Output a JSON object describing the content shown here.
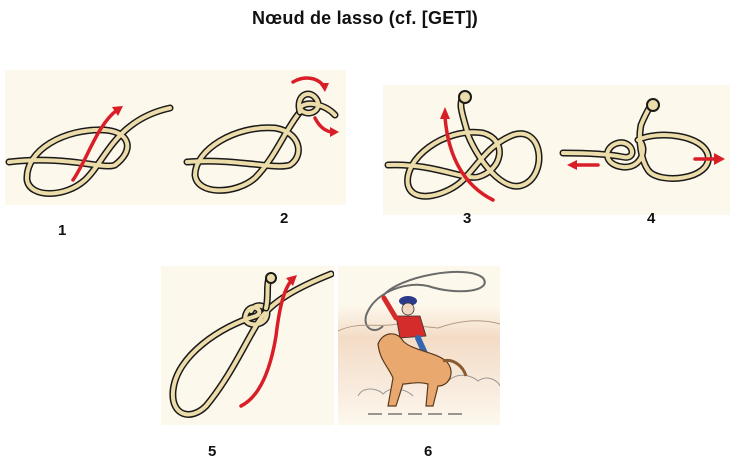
{
  "title": "Nœud de lasso (cf. [GET])",
  "colors": {
    "background": "#ffffff",
    "panel": "#fdf8ec",
    "rope_fill": "#ecdcaa",
    "rope_outline": "#1a1a1a",
    "arrow": "#d91e28"
  },
  "steps": [
    {
      "number": "1",
      "description": "rope crossing over itself forming a loop, red arrow passing up through the loop"
    },
    {
      "number": "2",
      "description": "loop with small knot tied at the end, curved red arrows around the knot"
    },
    {
      "number": "3",
      "description": "knotted end passed through a second loop, red arrow showing direction"
    },
    {
      "number": "4",
      "description": "knot tightened around the standing part, red arrows pulling in opposite directions"
    },
    {
      "number": "5",
      "description": "finished lasso loop with standing part running through the honda knot, red arrow"
    },
    {
      "number": "6",
      "description": "cowboy on a galloping horse swinging a lasso"
    }
  ]
}
